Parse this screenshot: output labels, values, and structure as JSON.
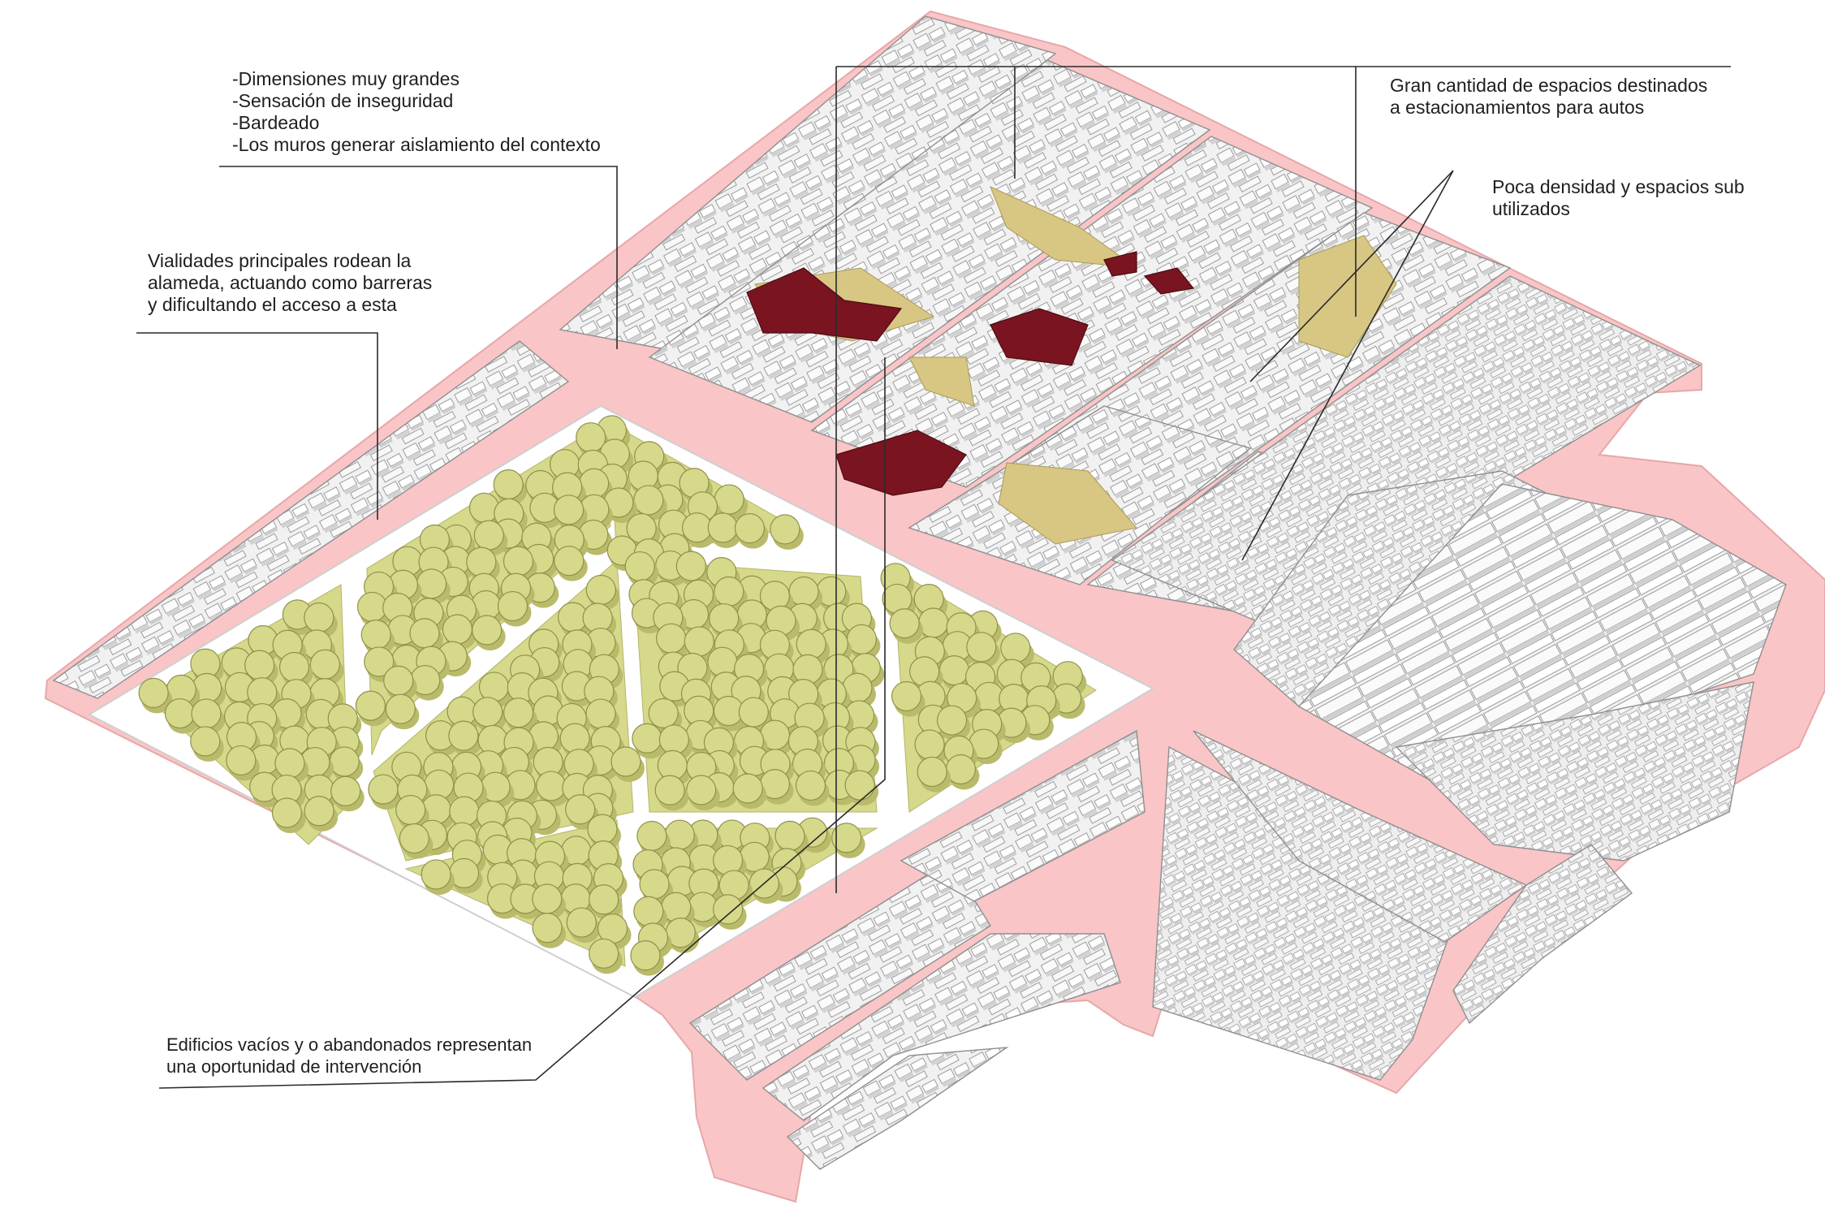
{
  "colors": {
    "road": "#f9c5c6",
    "block": "#ebebeb",
    "building": "#f4f4f4",
    "building_side": "#cfcfcf",
    "tree": "#d6d88a",
    "parking": "#d8c683",
    "abandoned": "#7a1420",
    "park_ground": "#ffffff",
    "leader": "#2a2a2a"
  },
  "annotations": {
    "conditions": {
      "lines": [
        "-Dimensiones muy grandes",
        "-Sensación de inseguridad",
        "-Bardeado",
        "-Los muros generar aislamiento del contexto"
      ]
    },
    "roads": {
      "lines": [
        "Vialidades principales rodean la",
        "alameda, actuando como barreras",
        "y dificultando el acceso a esta"
      ]
    },
    "parking": {
      "lines": [
        "Gran cantidad de espacios destinados",
        "a estacionamientos para autos"
      ]
    },
    "density": {
      "lines": [
        "Poca densidad y espacios sub",
        "utilizados"
      ]
    },
    "abandoned": {
      "lines": [
        "Edificios vacíos  y o abandonados representan",
        "una oportunidad de intervención"
      ]
    }
  }
}
